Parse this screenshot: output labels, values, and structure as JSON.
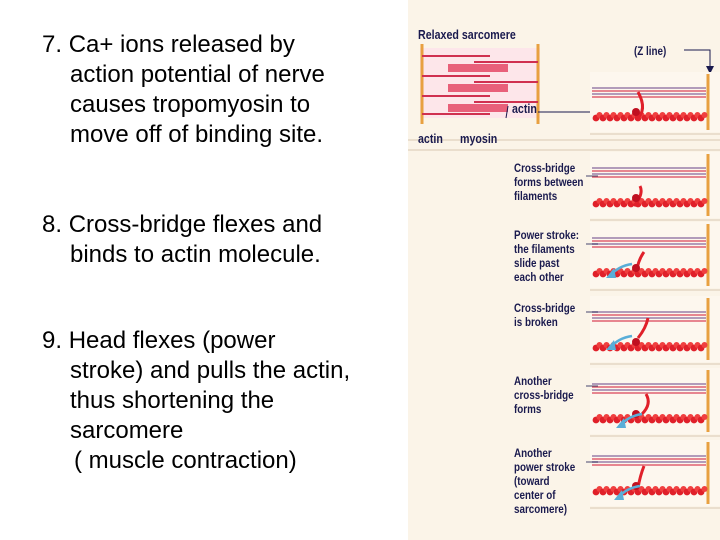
{
  "points": [
    {
      "number": "7.",
      "lines": [
        "Ca+ ions released by",
        "action potential of nerve",
        "causes tropomyosin to",
        "move off of binding site."
      ]
    },
    {
      "number": "8.",
      "lines": [
        "Cross-bridge flexes and",
        "binds to actin molecule."
      ]
    },
    {
      "number": "9.",
      "lines": [
        "Head flexes (power",
        "stroke) and pulls the actin,",
        "thus shortening the",
        "sarcomere",
        "( muscle contraction)"
      ]
    }
  ],
  "figure": {
    "title": "Relaxed sarcomere",
    "z_line_label": "(Z line)",
    "actin_label": "actin",
    "actin_label_left": "actin",
    "myosin_label": "myosin",
    "steps": [
      {
        "lines": [
          "Cross-bridge",
          "forms between",
          "filaments"
        ]
      },
      {
        "lines": [
          "Power stroke:",
          "the filaments",
          "slide past",
          "each other"
        ]
      },
      {
        "lines": [
          "Cross-bridge",
          "is broken"
        ]
      },
      {
        "lines": [
          "Another",
          "cross-bridge",
          "forms"
        ]
      },
      {
        "lines": [
          "Another",
          "power stroke",
          "(toward",
          "center of",
          "sarcomere)"
        ]
      }
    ],
    "colors": {
      "background": "#fbf4e8",
      "actin": "#e0202a",
      "myosin": "#c85060",
      "z_line": "#e8a040",
      "label": "#1a1a4e",
      "arrow": "#5aaed8"
    }
  }
}
